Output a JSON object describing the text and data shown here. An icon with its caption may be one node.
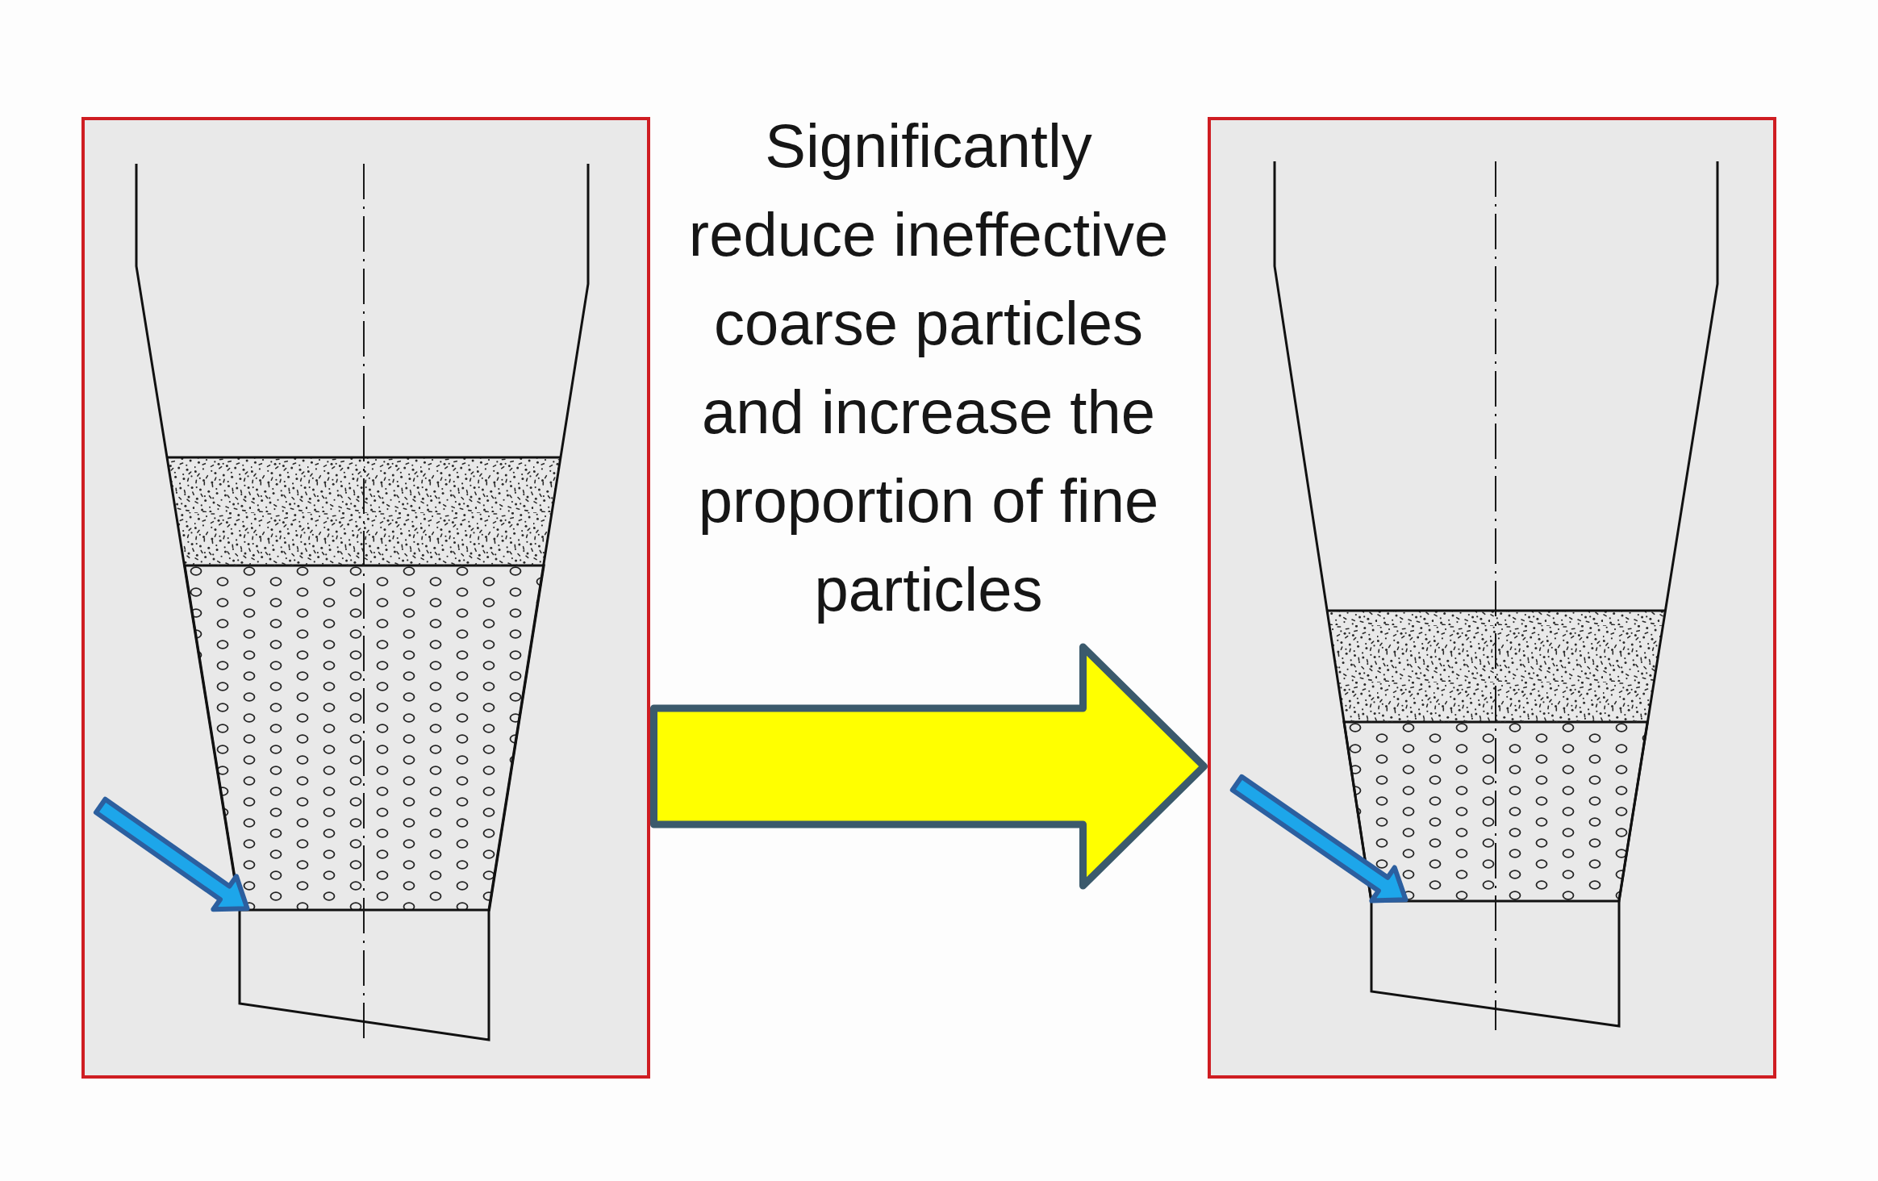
{
  "diagram": {
    "nodes": [
      {
        "text": [],
        "shape": "picture"
      },
      {
        "text": [],
        "shape": "trapezoid",
        "in": 0
      },
      {
        "text": [],
        "shape": "picture"
      },
      {
        "text": [],
        "shape": "trapezoid",
        "in": 2
      }
    ],
    "edges": [
      {
        "from": null,
        "to": 1,
        "arrow": "to",
        "style": "thick"
      },
      {
        "from": 0,
        "to": 2,
        "arrow": "to",
        "style": "thick",
        "color": "#ffff00",
        "label": "Significantly reduce ineffective coarse particles and increase the proportion of fine particles"
      },
      {
        "from": null,
        "to": 3,
        "arrow": "to",
        "style": "thick"
      }
    ]
  }
}
